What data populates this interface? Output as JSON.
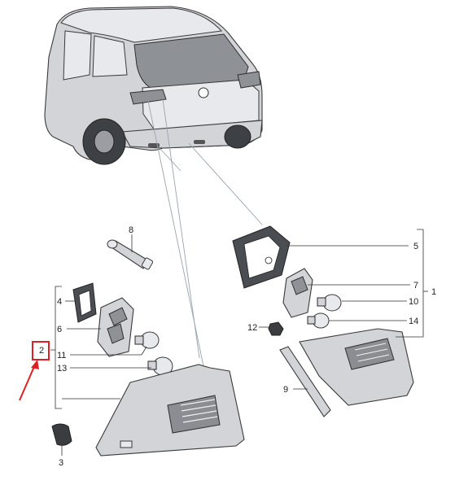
{
  "callouts": [
    {
      "id": "c1",
      "text": "1"
    },
    {
      "id": "c2",
      "text": "2"
    },
    {
      "id": "c3",
      "text": "3"
    },
    {
      "id": "c4",
      "text": "4"
    },
    {
      "id": "c5",
      "text": "5"
    },
    {
      "id": "c6",
      "text": "6"
    },
    {
      "id": "c7",
      "text": "7"
    },
    {
      "id": "c8",
      "text": "8"
    },
    {
      "id": "c9",
      "text": "9"
    },
    {
      "id": "c10",
      "text": "10"
    },
    {
      "id": "c11",
      "text": "11"
    },
    {
      "id": "c12",
      "text": "12"
    },
    {
      "id": "c13",
      "text": "13"
    },
    {
      "id": "c14",
      "text": "14"
    }
  ],
  "highlight": {
    "callout": "2",
    "color": "#e02020"
  },
  "colors": {
    "line": "#333333",
    "part_fill": "#d2d4d8",
    "guide": "#9aa3ad"
  }
}
